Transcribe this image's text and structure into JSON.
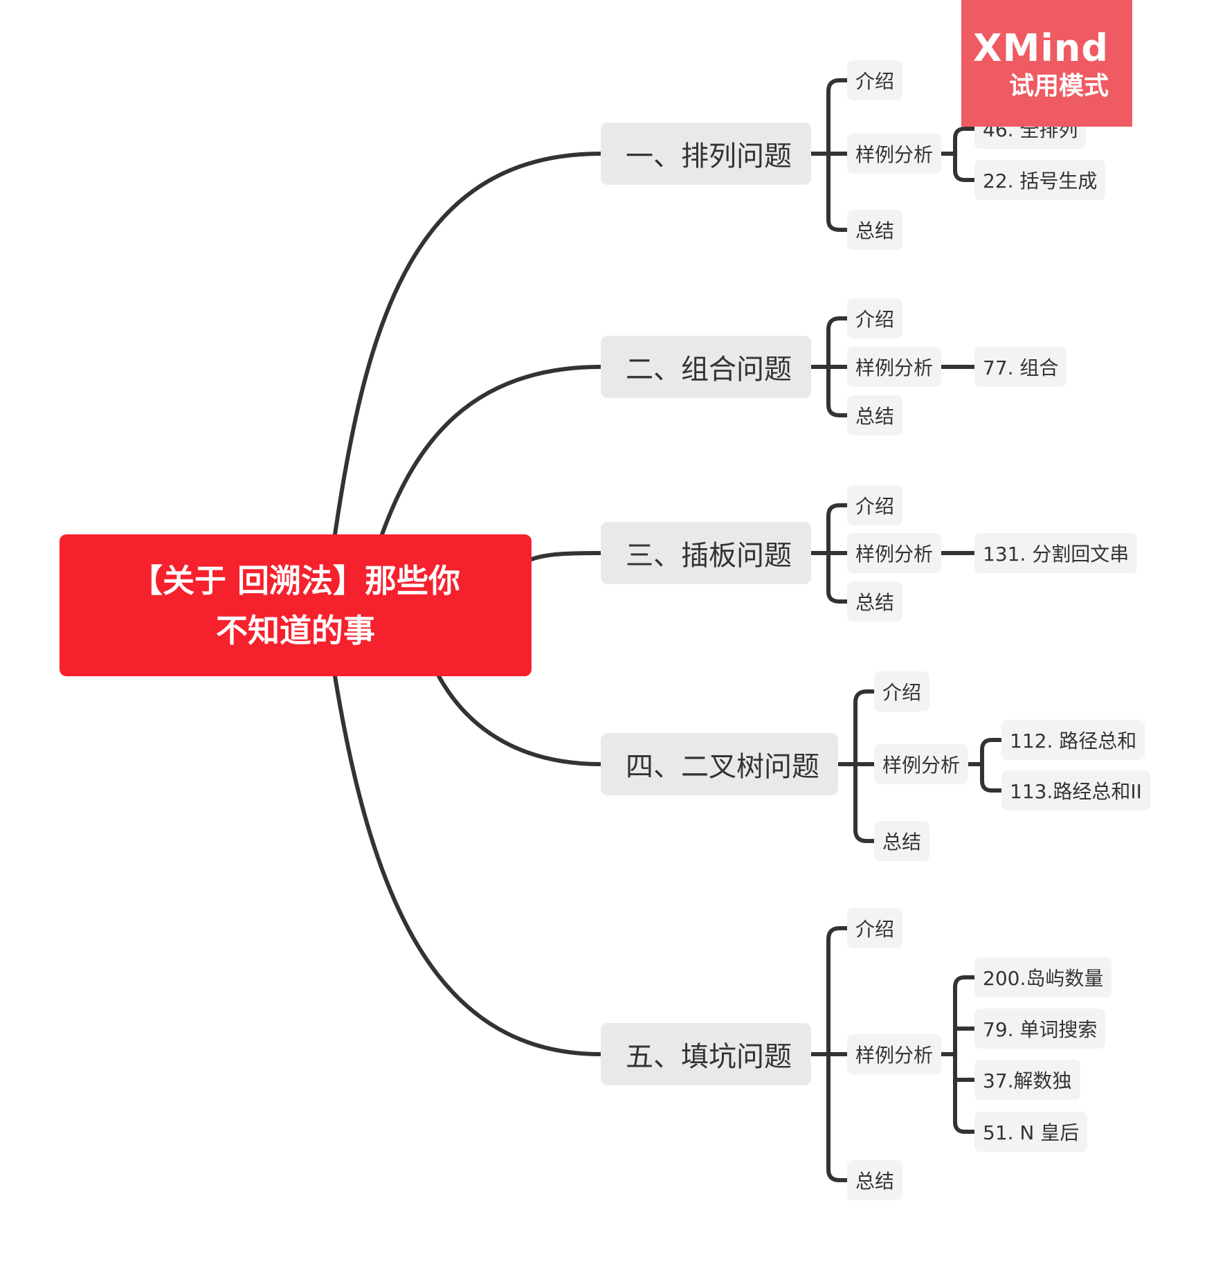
{
  "root": {
    "line1": "【关于 回溯法】那些你",
    "line2": "不知道的事"
  },
  "branches": [
    {
      "title": "一、排列问题",
      "children": [
        {
          "label": "介绍"
        },
        {
          "label": "样例分析",
          "examples": [
            "46. 全排列",
            "22. 括号生成"
          ]
        },
        {
          "label": "总结"
        }
      ]
    },
    {
      "title": "二、组合问题",
      "children": [
        {
          "label": "介绍"
        },
        {
          "label": "样例分析",
          "examples": [
            "77. 组合"
          ]
        },
        {
          "label": "总结"
        }
      ]
    },
    {
      "title": "三、插板问题",
      "children": [
        {
          "label": "介绍"
        },
        {
          "label": "样例分析",
          "examples": [
            "131. 分割回文串"
          ]
        },
        {
          "label": "总结"
        }
      ]
    },
    {
      "title": "四、二叉树问题",
      "children": [
        {
          "label": "介绍"
        },
        {
          "label": "样例分析",
          "examples": [
            "112. 路径总和",
            "113.路经总和II"
          ]
        },
        {
          "label": "总结"
        }
      ]
    },
    {
      "title": "五、填坑问题",
      "children": [
        {
          "label": "介绍"
        },
        {
          "label": "样例分析",
          "examples": [
            "200.岛屿数量",
            "79. 单词搜索",
            "37.解数独",
            "51. N 皇后"
          ]
        },
        {
          "label": "总结"
        }
      ]
    }
  ],
  "watermark": {
    "title": "XMind",
    "subtitle": "试用模式"
  },
  "colors": {
    "root_bg": "#f5212d",
    "topic_bg": "#e9e9e9",
    "subtopic_bg": "#f3f3f3",
    "line": "#333333",
    "watermark_bg": "#ef5b62"
  }
}
